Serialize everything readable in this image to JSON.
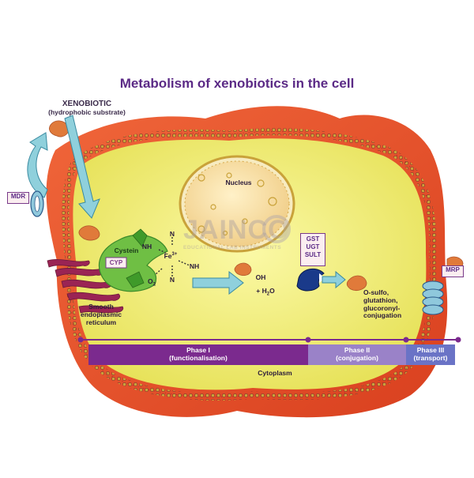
{
  "title": "Metabolism of xenobiotics in the cell",
  "xenobiotic": {
    "name": "XENOBIOTIC",
    "subtitle": "(hydrophobic substrate)"
  },
  "transporters": {
    "left": "MDR",
    "right": "MRP"
  },
  "organelles": {
    "nucleus": "Nucleus",
    "er": [
      "Smooth",
      "endoplasmic",
      "reticulum"
    ],
    "cytoplasm": "Cytoplasm"
  },
  "enzyme": {
    "cysteine": "Cystein",
    "cyp": "CYP",
    "nh_top": "NH",
    "nh_right": "NH",
    "n_top": "N",
    "n_bottom": "N",
    "iron": "Fe",
    "iron_charge": "3+",
    "o2": "O",
    "o2_sub": "2"
  },
  "products": {
    "hydroxyl": "OH",
    "water": "+ H",
    "water_sub": "2",
    "water_o": "O"
  },
  "conjugation_enzymes": [
    "GST",
    "UGT",
    "SULT"
  ],
  "conjugation_label": [
    "O-sulfo,",
    "glutathion,",
    "glucoronyl-",
    "conjugation"
  ],
  "phases": [
    {
      "name": "Phase I",
      "desc": "(functionalisation)",
      "color": "#7b2a8e"
    },
    {
      "name": "Phase II",
      "desc": "(conjugation)",
      "color": "#9a82c8"
    },
    {
      "name": "Phase III",
      "desc": "(transport)",
      "color": "#6a73c6"
    }
  ],
  "watermark": {
    "text": "JAINCO",
    "subtext": "EDUCATIONAL LAB INSTRUMENTS"
  },
  "colors": {
    "title": "#5b2a86",
    "cell_outer": "#e8522a",
    "cell_membrane": "#c9302a",
    "cytoplasm": "#f2f07a",
    "nucleus": "#f6e0a8",
    "enzyme": "#6fbf44",
    "arrow": "#8fd0dc",
    "substrate": "#e07a3a"
  }
}
